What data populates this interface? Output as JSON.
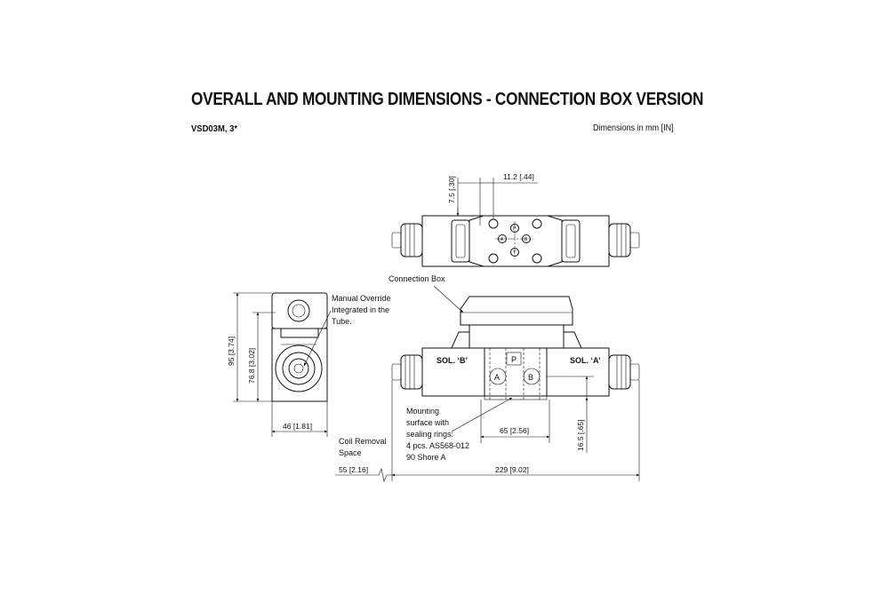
{
  "title": "OVERALL AND MOUNTING DIMENSIONS - CONNECTION BOX VERSION",
  "model": "VSD03M, 3*",
  "units_note": "Dimensions in mm [IN]",
  "callouts": {
    "connection_box": "Connection Box",
    "manual_override": [
      "Manual Override",
      "Integrated in the",
      "Tube."
    ],
    "mounting": [
      "Mounting",
      "surface with",
      "sealing rings:",
      "4 pcs. AS568-012",
      "90 Shore A"
    ],
    "coil_removal": [
      "Coil Removal",
      "Space"
    ]
  },
  "solenoids": {
    "b": "SOL. ‘B’",
    "a": "SOL. ‘A’"
  },
  "ports": {
    "p": "P",
    "a": "A",
    "b": "B",
    "t": "T"
  },
  "dimensions": {
    "top_offset": "7.5 [.30]",
    "top_width": "11.2 [.44]",
    "height_overall": "95 [3.74]",
    "height_axis": "76.8 [3.02]",
    "width_end": "46 [1.81]",
    "coil_removal": "55 [2.16]",
    "length_overall": "229 [9.02]",
    "port_span": "65 [2.56]",
    "port_height": "16.5 [.65]"
  }
}
